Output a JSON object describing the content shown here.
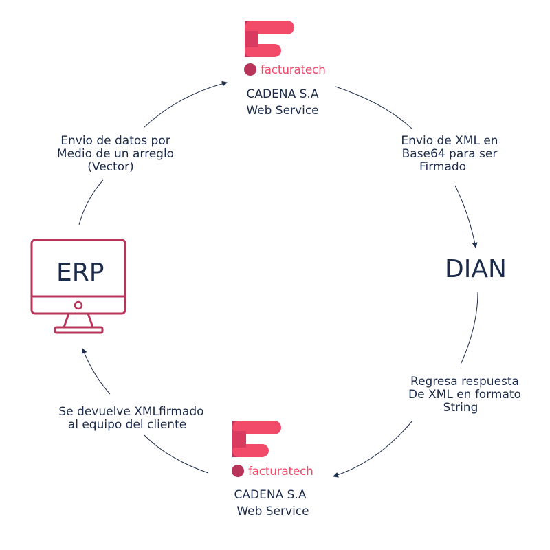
{
  "nodes": {
    "top_service": {
      "brand": "facturatech",
      "line1": "CADENA S.A",
      "line2": "Web Service"
    },
    "bottom_service": {
      "brand": "facturatech",
      "line1": "CADENA S.A",
      "line2": "Web Service"
    },
    "erp": {
      "label": "ERP"
    },
    "dian": {
      "label": "DIAN"
    }
  },
  "edges": {
    "erp_to_top": {
      "line1": "Envio de datos por",
      "line2": "Medio de un arreglo",
      "line3": "(Vector)"
    },
    "top_to_dian": {
      "line1": "Envio de XML en",
      "line2": "Base64 para ser",
      "line3": "Firmado"
    },
    "dian_to_bottom": {
      "line1": "Regresa respuesta",
      "line2": "De XML en formato",
      "line3": "String"
    },
    "bottom_to_erp": {
      "line1": "Se devuelve XMLfirmado",
      "line2": "al equipo del cliente"
    }
  },
  "colors": {
    "logo_pink": "#f24b6a",
    "logo_dark": "#b8345a",
    "monitor": "#b8345a",
    "text": "#1c2b4a",
    "arrow": "#1c2b4a"
  }
}
